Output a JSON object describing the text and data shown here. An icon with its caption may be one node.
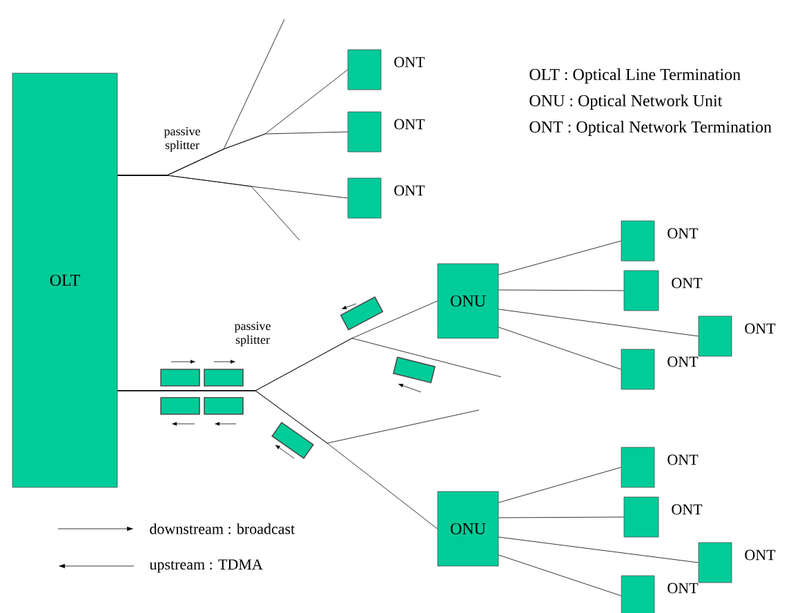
{
  "diagram": {
    "nodes": [
      {
        "text": [
          "OLT"
        ]
      },
      {
        "text": [
          "ONT"
        ]
      },
      {
        "text": [
          "ONT"
        ]
      },
      {
        "text": [
          "ONT"
        ]
      },
      {
        "text": [
          "ONU"
        ]
      },
      {
        "text": [
          "ONT"
        ]
      },
      {
        "text": [
          "ONT"
        ]
      },
      {
        "text": [
          "ONT"
        ]
      },
      {
        "text": [
          "ONT"
        ]
      },
      {
        "text": [
          "ONU"
        ]
      },
      {
        "text": [
          "ONT"
        ]
      },
      {
        "text": [
          "ONT"
        ]
      },
      {
        "text": [
          "ONT"
        ]
      },
      {
        "text": [
          "ONT"
        ]
      }
    ],
    "edges": [
      {
        "from": 0,
        "to": 1,
        "arrow": "none"
      },
      {
        "from": 0,
        "to": 2,
        "arrow": "none"
      },
      {
        "from": 0,
        "to": 3,
        "arrow": "none"
      },
      {
        "from": 0,
        "to": null,
        "arrow": "none"
      },
      {
        "from": 0,
        "to": null,
        "arrow": "none"
      },
      {
        "from": 0,
        "to": 4,
        "arrow": "none"
      },
      {
        "from": 0,
        "to": null,
        "arrow": "none"
      },
      {
        "from": 0,
        "to": 9,
        "arrow": "none"
      },
      {
        "from": 0,
        "to": null,
        "arrow": "none"
      },
      {
        "from": 4,
        "to": 5,
        "arrow": "none"
      },
      {
        "from": 4,
        "to": 6,
        "arrow": "none"
      },
      {
        "from": 4,
        "to": 7,
        "arrow": "none"
      },
      {
        "from": 4,
        "to": 8,
        "arrow": "none"
      },
      {
        "from": 9,
        "to": 10,
        "arrow": "none"
      },
      {
        "from": 9,
        "to": 11,
        "arrow": "none"
      },
      {
        "from": 9,
        "to": 12,
        "arrow": "none"
      },
      {
        "from": 9,
        "to": 13,
        "arrow": "none"
      }
    ],
    "labels": [
      "OLT : Optical Line Termination",
      "ONU : Optical Network Unit",
      "ONT : Optical Network Termination",
      "passive splitter",
      "passive splitter"
    ],
    "legend": [
      {
        "text": "downstream : broadcast"
      },
      {
        "text": "upstream : TDMA"
      }
    ]
  }
}
